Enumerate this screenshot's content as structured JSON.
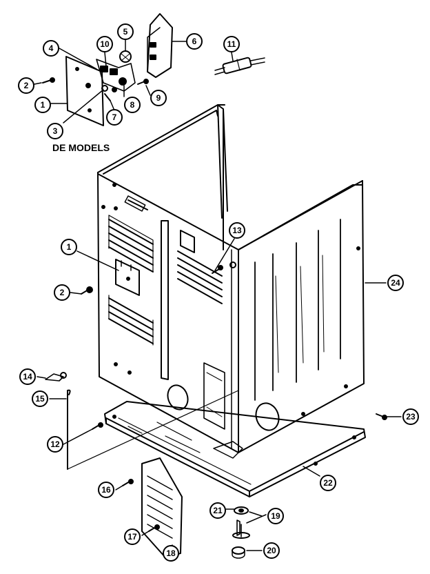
{
  "diagram": {
    "section_label": "DE MODELS",
    "callouts": {
      "c1_top": "1",
      "c2_top": "2",
      "c3": "3",
      "c4": "4",
      "c5": "5",
      "c6": "6",
      "c7": "7",
      "c8": "8",
      "c9": "9",
      "c10": "10",
      "c11": "11",
      "c1_main": "1",
      "c2_main": "2",
      "c13": "13",
      "c24": "24",
      "c14": "14",
      "c15": "15",
      "c12": "12",
      "c23": "23",
      "c22": "22",
      "c16": "16",
      "c17": "17",
      "c18": "18",
      "c21": "21",
      "c19": "19",
      "c20": "20"
    }
  }
}
